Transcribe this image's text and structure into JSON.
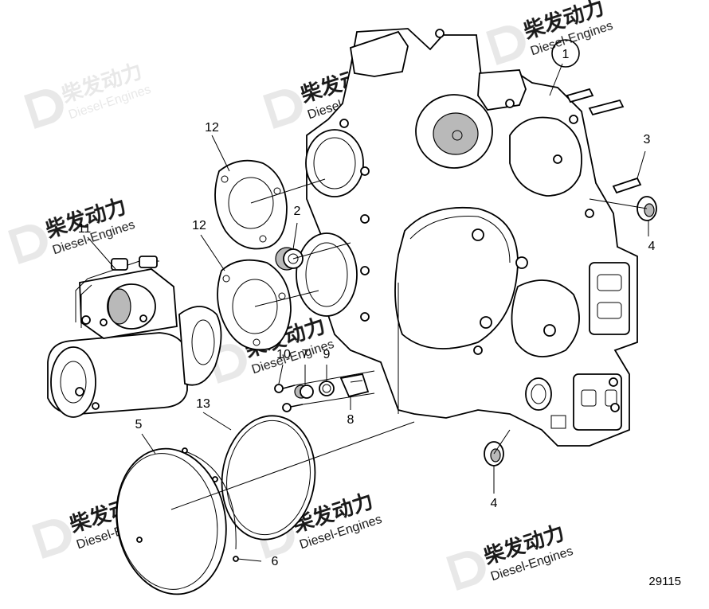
{
  "diagram": {
    "reference_number": "29115",
    "watermark": {
      "brand_cn": "柴发动力",
      "brand_en": "Diesel-Engines"
    },
    "callouts": [
      {
        "id": "c1",
        "label": "1"
      },
      {
        "id": "c2",
        "label": "2"
      },
      {
        "id": "c3",
        "label": "3"
      },
      {
        "id": "c4a",
        "label": "4"
      },
      {
        "id": "c4b",
        "label": "4"
      },
      {
        "id": "c5",
        "label": "5"
      },
      {
        "id": "c6",
        "label": "6"
      },
      {
        "id": "c7",
        "label": "7"
      },
      {
        "id": "c8",
        "label": "8"
      },
      {
        "id": "c9",
        "label": "9"
      },
      {
        "id": "c10",
        "label": "10"
      },
      {
        "id": "c11",
        "label": "11"
      },
      {
        "id": "c12a",
        "label": "12"
      },
      {
        "id": "c12b",
        "label": "12"
      },
      {
        "id": "c13",
        "label": "13"
      }
    ]
  }
}
